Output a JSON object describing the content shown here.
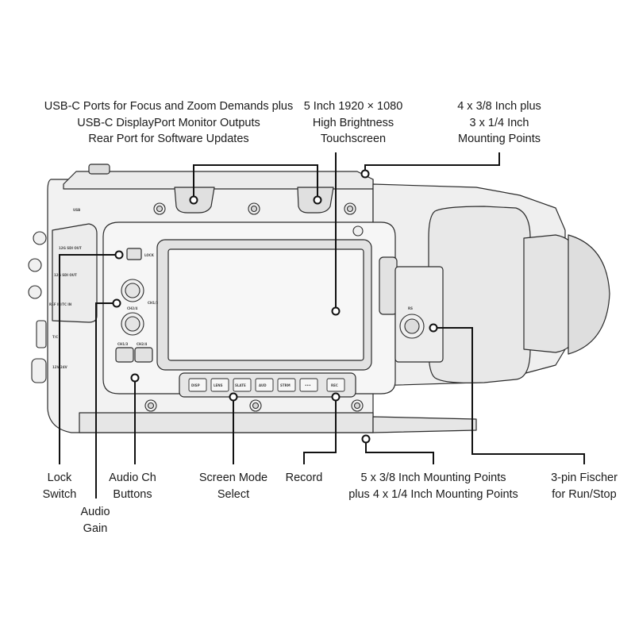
{
  "callouts": {
    "usb_ports": [
      "USB-C Ports for Focus and Zoom Demands plus",
      "USB-C DisplayPort Monitor Outputs",
      "Rear Port for Software Updates"
    ],
    "touchscreen": [
      "5 Inch 1920 × 1080",
      "High Brightness",
      "Touchscreen"
    ],
    "top_mounting": [
      "4 x 3/8 Inch plus",
      "3 x 1/4 Inch",
      "Mounting Points"
    ],
    "lock_switch": [
      "Lock",
      "Switch"
    ],
    "audio_gain": [
      "Audio",
      "Gain"
    ],
    "audio_ch": [
      "Audio Ch",
      "Buttons"
    ],
    "screen_mode": [
      "Screen Mode",
      "Select"
    ],
    "record": [
      "Record"
    ],
    "bottom_mounting": [
      "5 x 3/8 Inch Mounting Points",
      "plus 4 x 1/4 Inch Mounting Points"
    ],
    "fischer": [
      "3-pin Fischer",
      "for Run/Stop"
    ]
  },
  "device_text": {
    "usb": "USB",
    "sdi_out_1": "12G SDI OUT",
    "sdi_out_2": "12G SDI OUT",
    "ref_in": "REF IN/TC IN",
    "tc": "T/C",
    "power": "12V-24V",
    "lock": "LOCK",
    "ch1": "CH1/3",
    "ch2": "CH2/4",
    "ch1_btn": "CH1/3",
    "ch2_btn": "CH2/4",
    "rs": "RS",
    "buttons": [
      "DISP",
      "LENS",
      "SLATE",
      "AUD",
      "STRM",
      "•••"
    ],
    "rec": "REC"
  }
}
